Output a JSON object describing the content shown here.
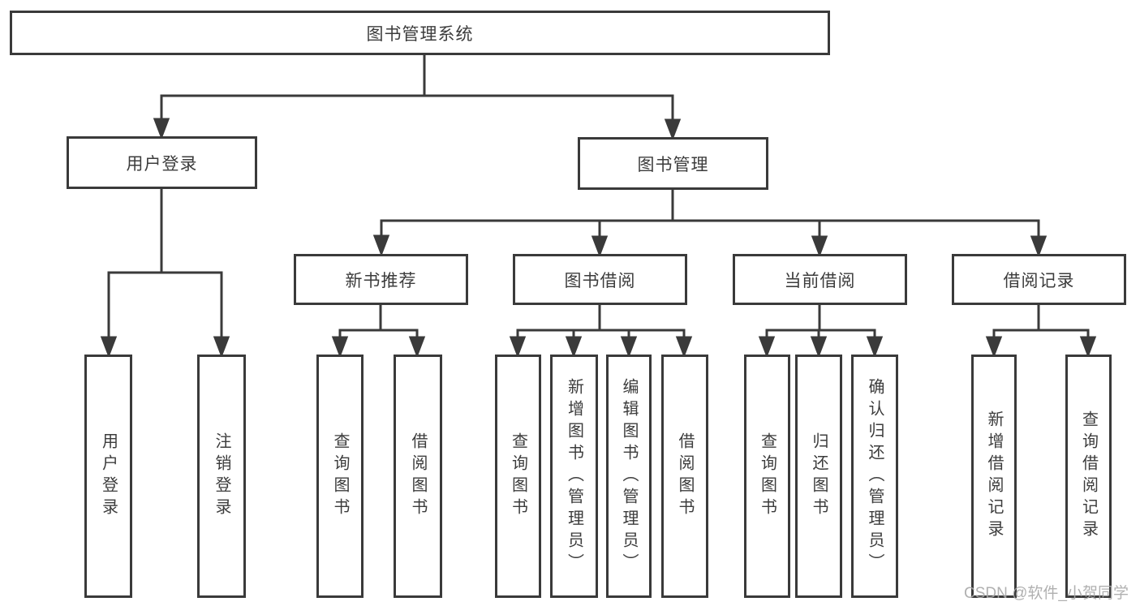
{
  "diagram": {
    "type": "hierarchy-tree",
    "orientation": "top-down"
  },
  "colors": {
    "line": "#3a3a3a",
    "box_border": "#3a3a3a",
    "text": "#3c3c3c",
    "background": "#ffffff",
    "watermark": "#a8a8a8"
  },
  "tree": {
    "root": {
      "label": "图书管理系统",
      "children": [
        {
          "label": "用户登录",
          "children": [
            {
              "label": "用户登录"
            },
            {
              "label": "注销登录"
            }
          ]
        },
        {
          "label": "图书管理",
          "children": [
            {
              "label": "新书推荐",
              "children": [
                {
                  "label": "查询图书"
                },
                {
                  "label": "借阅图书"
                }
              ]
            },
            {
              "label": "图书借阅",
              "children": [
                {
                  "label": "查询图书"
                },
                {
                  "label": "新增图书（管理员）"
                },
                {
                  "label": "编辑图书（管理员）"
                },
                {
                  "label": "借阅图书"
                }
              ]
            },
            {
              "label": "当前借阅",
              "children": [
                {
                  "label": "查询图书"
                },
                {
                  "label": "归还图书"
                },
                {
                  "label": "确认归还（管理员）"
                }
              ]
            },
            {
              "label": "借阅记录",
              "children": [
                {
                  "label": "新增借阅记录"
                },
                {
                  "label": "查询借阅记录"
                }
              ]
            }
          ]
        }
      ]
    }
  },
  "watermark": {
    "text": "CSDN @软件_小贺同学"
  }
}
